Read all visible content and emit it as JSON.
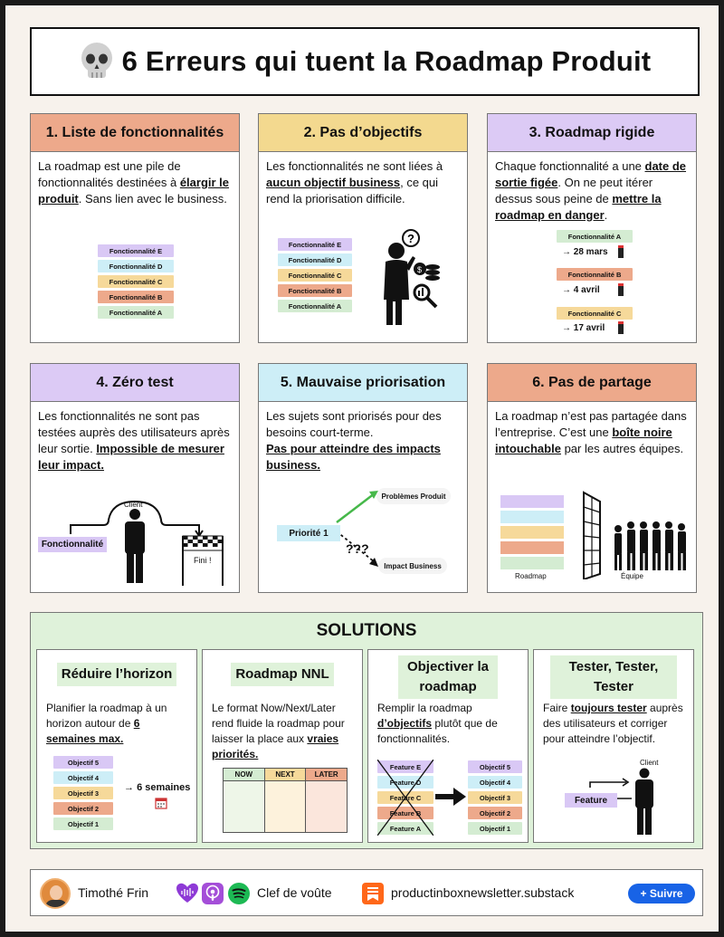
{
  "title": "6 Erreurs qui tuent la Roadmap Produit",
  "cards": [
    {
      "title": "1. Liste de fonctionnalités",
      "color": "#eda98b",
      "text_a": "La roadmap est une pile de fonctionnalités destinées à ",
      "text_u": "élargir le produit",
      "text_b": ". Sans lien avec le business.",
      "chips": [
        "Fonctionnalité E",
        "Fonctionnalité D",
        "Fonctionnalité C",
        "Fonctionnalité B",
        "Fonctionnalité A"
      ]
    },
    {
      "title": "2. Pas d’objectifs",
      "color": "#f3d98f",
      "text_a": "Les fonctionnalités ne sont liées à ",
      "text_u": "aucun objectif business",
      "text_b": ", ce qui rend la priorisation difficile.",
      "chips": [
        "Fonctionnalité E",
        "Fonctionnalité D",
        "Fonctionnalité C",
        "Fonctionnalité B",
        "Fonctionnalité A"
      ]
    },
    {
      "title": "3. Roadmap rigide",
      "color": "#dccaf5",
      "text_a": "Chaque fonctionnalité a une ",
      "text_u": "date de sortie figée",
      "text_b": ". On ne peut itérer dessus sous peine de ",
      "text_u2": "mettre la roadmap en danger",
      "text_c": ".",
      "releases": [
        {
          "label": "Fonctionnalité A",
          "date": "28 mars"
        },
        {
          "label": "Fonctionnalité B",
          "date": "4 avril"
        },
        {
          "label": "Fonctionnalité C",
          "date": "17 avril"
        }
      ]
    },
    {
      "title": "4. Zéro test",
      "color": "#dccaf5",
      "text_a": "Les fonctionnalités ne sont pas testées auprès des utilisateurs après leur sortie. ",
      "text_u": "Impossible de mesurer leur impact.",
      "client": "Client",
      "feature": "Fonctionnalité",
      "finish": "Fini !"
    },
    {
      "title": "5. Mauvaise priorisation",
      "color": "#cdeef7",
      "text_a": "Les sujets sont priorisés pour des besoins court-terme.",
      "text_u": "Pas pour atteindre des impacts business.",
      "priority": "Priorité 1",
      "target_top": "Problèmes Produit",
      "target_bottom": "Impact Business",
      "question": "???"
    },
    {
      "title": "6. Pas de partage",
      "color": "#eda98b",
      "text_a": "La roadmap n’est pas partagée dans l’entreprise. C’est une ",
      "text_u": "boîte noire intouchable",
      "text_b": " par les autres équipes.",
      "roadmap_label": "Roadmap",
      "team_label": "Équipe"
    }
  ],
  "solutions": {
    "title": "SOLUTIONS",
    "items": [
      {
        "title": "Réduire l’horizon",
        "text_a": "Planifier la roadmap à un horizon autour de ",
        "text_u": "6 semaines max.",
        "chips": [
          "Objectif 5",
          "Objectif 4",
          "Objectif 3",
          "Objectif 2",
          "Objectif 1"
        ],
        "horizon": "6 semaines"
      },
      {
        "title": "Roadmap NNL",
        "text_a": "Le format Now/Next/Later rend fluide la roadmap pour laisser la place aux ",
        "text_u": "vraies priorités.",
        "columns": [
          "NOW",
          "NEXT",
          "LATER"
        ]
      },
      {
        "title": "Objectiver la roadmap",
        "text_a": "Remplir la roadmap ",
        "text_u": "d’objectifs",
        "text_b": " plutôt que de fonctionnalités.",
        "features": [
          "Feature E",
          "Feature D",
          "Feature C",
          "Feature B",
          "Feature A"
        ],
        "objectives": [
          "Objectif 5",
          "Objectif 4",
          "Objectif 3",
          "Objectif 2",
          "Objectif 1"
        ]
      },
      {
        "title": "Tester, Tester, Tester",
        "text_a": "Faire ",
        "text_u": "toujours tester",
        "text_b": " auprès des utilisateurs et corriger pour atteindre l’objectif.",
        "client": "Client",
        "feature": "Feature"
      }
    ]
  },
  "footer": {
    "author": "Timothé Frin",
    "podcast": "Clef de voûte",
    "newsletter": "productinboxnewsletter.substack",
    "follow": "+ Suivre"
  }
}
